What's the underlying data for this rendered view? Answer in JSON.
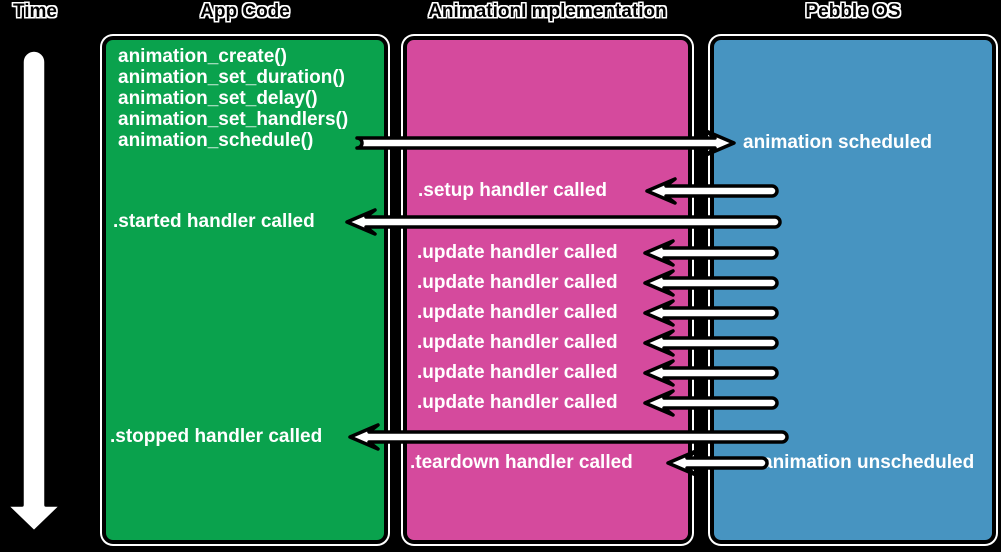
{
  "colors": {
    "background": "#000000",
    "app_box": "#0AA24D",
    "impl_box": "#D54A9D",
    "os_box": "#4794C1",
    "arrow_fill": "#FFFFFF",
    "arrow_outline": "#000000",
    "text": "#FFFFFF"
  },
  "headers": {
    "time": "Time",
    "app": "App Code",
    "impl": "AnimationI mplementation",
    "os": "Pebble OS"
  },
  "app_box": {
    "calls": [
      "animation_create()",
      "animation_set_duration()",
      "animation_set_delay()",
      "animation_set_handlers()",
      "animation_schedule()"
    ],
    "started": ".started handler called",
    "stopped": ".stopped handler called"
  },
  "impl_box": {
    "setup": ".setup handler called",
    "updates": [
      ".update handler called",
      ".update handler called",
      ".update handler called",
      ".update handler called",
      ".update handler called",
      ".update handler called"
    ],
    "teardown": ".teardown handler called"
  },
  "os_box": {
    "scheduled": "animation scheduled",
    "unscheduled": "animation unscheduled"
  }
}
